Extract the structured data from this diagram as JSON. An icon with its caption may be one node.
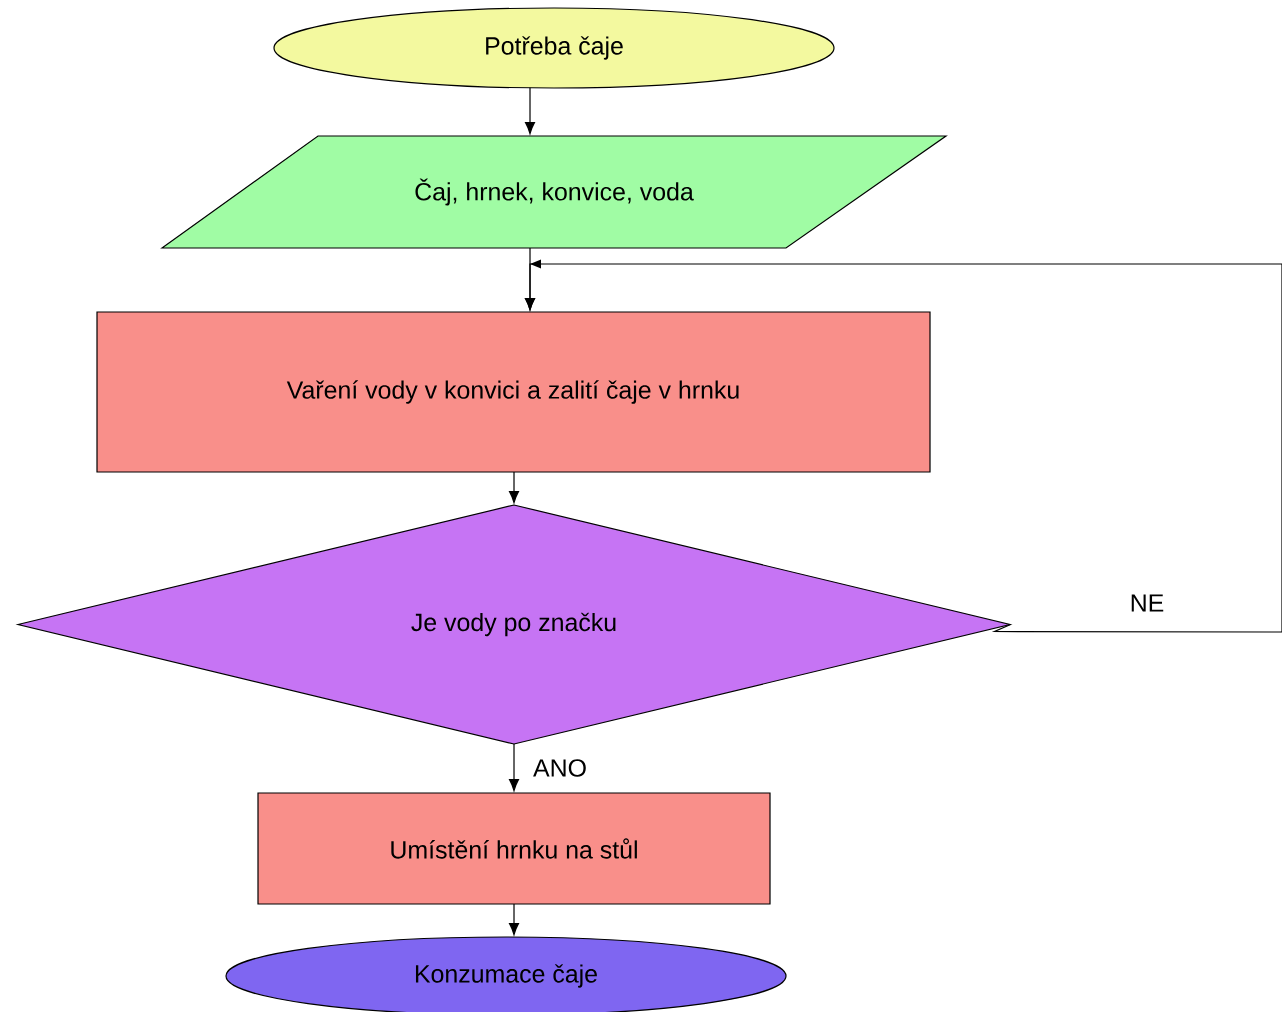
{
  "diagram": {
    "nodes": [
      {
        "text": [
          "Potřeba čaje"
        ]
      },
      {
        "text": [
          "Čaj, hrnek, konvice, voda"
        ]
      },
      {
        "text": [
          "Vaření vody v konvici a zalití čaje v hrnku"
        ]
      },
      {
        "text": [
          "Je vody po značku"
        ]
      },
      {
        "text": [
          "Umístění hrnku na stůl"
        ]
      },
      {
        "text": [
          "Konzumace čaje"
        ]
      }
    ],
    "edges": [
      {
        "from": 0,
        "to": 1,
        "arrow": "to"
      },
      {
        "from": 1,
        "to": 2,
        "arrow": "to"
      },
      {
        "from": 2,
        "to": 3,
        "arrow": "to"
      },
      {
        "from": 3,
        "to": 4,
        "arrow": "to",
        "label": "ANO"
      },
      {
        "from": 4,
        "to": 5,
        "arrow": "to"
      },
      {
        "from": 3,
        "to": 2,
        "arrow": "to",
        "label": "NE"
      }
    ]
  }
}
